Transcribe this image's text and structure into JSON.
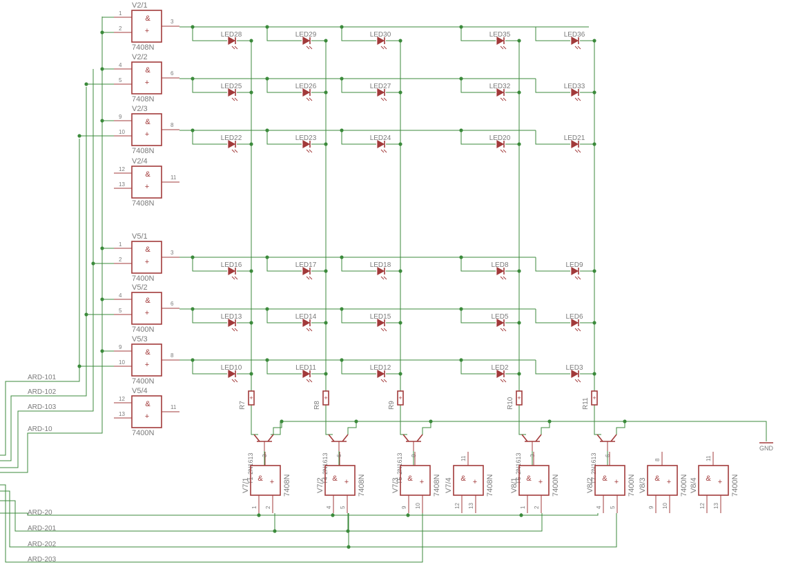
{
  "schematic": {
    "gates_top": [
      {
        "name": "V2/1",
        "type": "7408N",
        "pins": [
          "1",
          "2",
          "3"
        ]
      },
      {
        "name": "V2/2",
        "type": "7408N",
        "pins": [
          "4",
          "5",
          "6"
        ]
      },
      {
        "name": "V2/3",
        "type": "7408N",
        "pins": [
          "9",
          "10",
          "8"
        ]
      },
      {
        "name": "V2/4",
        "type": "7408N",
        "pins": [
          "12",
          "13",
          "11"
        ]
      },
      {
        "name": "V5/1",
        "type": "7400N",
        "pins": [
          "1",
          "2",
          "3"
        ]
      },
      {
        "name": "V5/2",
        "type": "7400N",
        "pins": [
          "4",
          "5",
          "6"
        ]
      },
      {
        "name": "V5/3",
        "type": "7400N",
        "pins": [
          "9",
          "10",
          "8"
        ]
      },
      {
        "name": "V5/4",
        "type": "7400N",
        "pins": [
          "12",
          "13",
          "11"
        ]
      }
    ],
    "gate_symbols": {
      "and": "&",
      "power": "+"
    },
    "led_rows": [
      [
        "LED28",
        "LED29",
        "LED30",
        "LED35",
        "LED36"
      ],
      [
        "LED25",
        "LED26",
        "LED27",
        "LED32",
        "LED33"
      ],
      [
        "LED22",
        "LED23",
        "LED24",
        "LED20",
        "LED21"
      ],
      [
        "LED16",
        "LED17",
        "LED18",
        "LED8",
        "LED9"
      ],
      [
        "LED13",
        "LED14",
        "LED15",
        "LED5",
        "LED6"
      ],
      [
        "LED10",
        "LED11",
        "LED12",
        "LED2",
        "LED3"
      ]
    ],
    "resistors": [
      "R7",
      "R8",
      "R9",
      "R10",
      "R11"
    ],
    "transistors": [
      {
        "name": "T1",
        "type": "2N1613",
        "pin": "3"
      },
      {
        "name": "T4",
        "type": "2N1613",
        "pin": "6"
      },
      {
        "name": "T5",
        "type": "2N1613",
        "pin": "8"
      },
      {
        "name": "T6",
        "type": "2N1613",
        "pin": "3"
      },
      {
        "name": "T7",
        "type": "2N1613",
        "pin": "6"
      }
    ],
    "gates_bottom": [
      {
        "name": "V7/1",
        "type": "7408N",
        "pins": [
          "1",
          "2"
        ]
      },
      {
        "name": "V7/2",
        "type": "7408N",
        "pins": [
          "4",
          "5"
        ]
      },
      {
        "name": "V7/3",
        "type": "7408N",
        "pins": [
          "9",
          "10"
        ]
      },
      {
        "name": "V7/4",
        "type": "7408N",
        "pins": [
          "12",
          "13",
          "11"
        ]
      },
      {
        "name": "V8/1",
        "type": "7400N",
        "pins": [
          "1",
          "2"
        ]
      },
      {
        "name": "V8/2",
        "type": "7400N",
        "pins": [
          "4",
          "5"
        ]
      },
      {
        "name": "V8/3",
        "type": "7400N",
        "pins": [
          "9",
          "10",
          "8"
        ]
      },
      {
        "name": "V8/4",
        "type": "7400N",
        "pins": [
          "12",
          "13",
          "11"
        ]
      }
    ],
    "nets": {
      "left": [
        "ARD-101",
        "ARD-102",
        "ARD-103",
        "ARD-10"
      ],
      "bottom": [
        "ARD-20",
        "ARD-201",
        "ARD-202",
        "ARD-203"
      ],
      "ground": "GND"
    }
  }
}
